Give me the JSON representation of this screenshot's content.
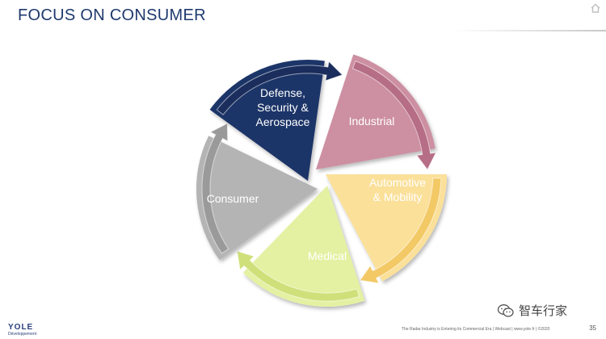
{
  "slide": {
    "title": "FOCUS ON CONSUMER",
    "page_number": "35",
    "caption": "The Radar Industry is Entering its Commercial Era | Webcast | www.yole.fr | ©2020"
  },
  "logo": {
    "text": "YOLE",
    "sub": "Développement"
  },
  "watermark": {
    "text": "智车行家",
    "icon": "wechat-icon"
  },
  "diagram": {
    "segments": [
      {
        "id": "industrial",
        "lines": [
          "Industrial"
        ],
        "color": "#fbe09a",
        "arrow_color": "#f3c966",
        "text_color": "#ffffff"
      },
      {
        "id": "automotive",
        "lines": [
          "Automotive",
          "& Mobility"
        ],
        "color": "#e4f1a2",
        "arrow_color": "#cfe07a",
        "text_color": "#ffffff"
      },
      {
        "id": "medical",
        "lines": [
          "Medical"
        ],
        "color": "#b4b4b4",
        "arrow_color": "#9a9a9a",
        "text_color": "#ffffff"
      },
      {
        "id": "consumer",
        "lines": [
          "Consumer"
        ],
        "color": "#1e3467",
        "arrow_color": "#1a2d5c",
        "text_color": "#ffffff"
      },
      {
        "id": "defense",
        "lines": [
          "Defense,",
          "Security &",
          "Aerospace"
        ],
        "color": "#cd8fa2",
        "arrow_color": "#b66d86",
        "text_color": "#ffffff"
      }
    ]
  },
  "icons": {
    "home": "home-icon"
  }
}
